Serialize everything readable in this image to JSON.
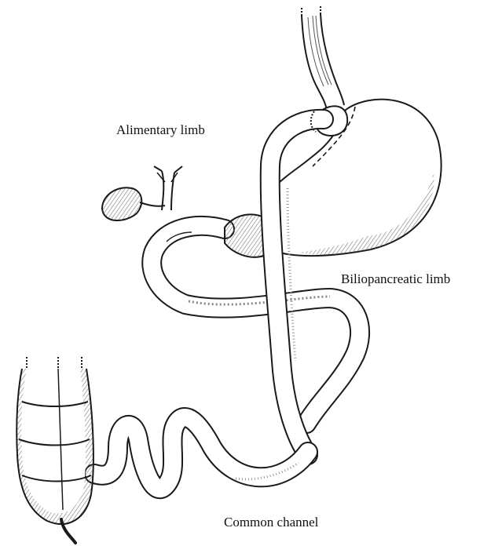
{
  "labels": {
    "alimentary_limb": "Alimentary limb",
    "biliopancreatic_limb": "Biliopancreatic limb",
    "common_channel": "Common channel"
  },
  "colors": {
    "ink": "#1a1a1a",
    "shade": "#9a9a9a",
    "paper": "#ffffff"
  }
}
